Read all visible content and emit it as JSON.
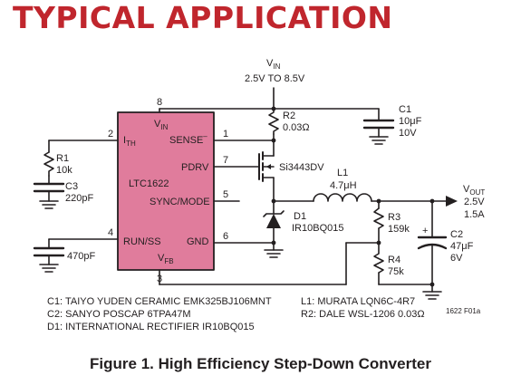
{
  "header": {
    "title": "TYPICAL APPLICATION"
  },
  "colors": {
    "title": "#c0262d",
    "chip_fill": "#e07c9c",
    "ink": "#231f20"
  },
  "input": {
    "v_label": "V",
    "v_sub": "IN",
    "range": "2.5V TO 8.5V"
  },
  "chip": {
    "name": "LTC1622",
    "pins": {
      "vin": {
        "label": "V",
        "sub": "IN",
        "number": "8"
      },
      "ith": {
        "label": "I",
        "sub": "TH",
        "number": "2"
      },
      "sense": {
        "label": "SENSE",
        "sup": "–",
        "number": "1"
      },
      "pdrv": {
        "label": "PDRV",
        "number": "7"
      },
      "sync": {
        "label": "SYNC/MODE",
        "number": "5"
      },
      "runss": {
        "label": "RUN/SS",
        "number": "4"
      },
      "gnd": {
        "label": "GND",
        "number": "6"
      },
      "vfb": {
        "label": "V",
        "sub": "FB",
        "number": "3"
      }
    }
  },
  "components": {
    "r1": {
      "ref": "R1",
      "value": "10k"
    },
    "c3": {
      "ref": "C3",
      "value": "220pF"
    },
    "c_ss": {
      "value": "470pF"
    },
    "r2": {
      "ref": "R2",
      "value": "0.03Ω"
    },
    "c1": {
      "ref": "C1",
      "value1": "10μF",
      "value2": "10V"
    },
    "q1": {
      "part": "Si3443DV"
    },
    "l1": {
      "ref": "L1",
      "value": "4.7μH"
    },
    "d1": {
      "ref": "D1",
      "part": "IR10BQ015"
    },
    "r3": {
      "ref": "R3",
      "value": "159k"
    },
    "r4": {
      "ref": "R4",
      "value": "75k"
    },
    "c2": {
      "ref": "C2",
      "value1": "47μF",
      "value2": "6V",
      "polarity": "+"
    }
  },
  "output": {
    "v_label": "V",
    "v_sub": "OUT",
    "voltage": "2.5V",
    "current": "1.5A"
  },
  "notes": {
    "left": [
      "C1: TAIYO YUDEN CERAMIC EMK325BJ106MNT",
      "C2: SANYO POSCAP 6TPA47M",
      "D1: INTERNATIONAL RECTIFIER IR10BQ015"
    ],
    "right": [
      "L1: MURATA LQN6C-4R7",
      "R2: DALE WSL-1206 0.03Ω"
    ],
    "drawing_id": "1622 F01a"
  },
  "caption": {
    "text": "Figure 1. High Efficiency Step-Down Converter"
  }
}
